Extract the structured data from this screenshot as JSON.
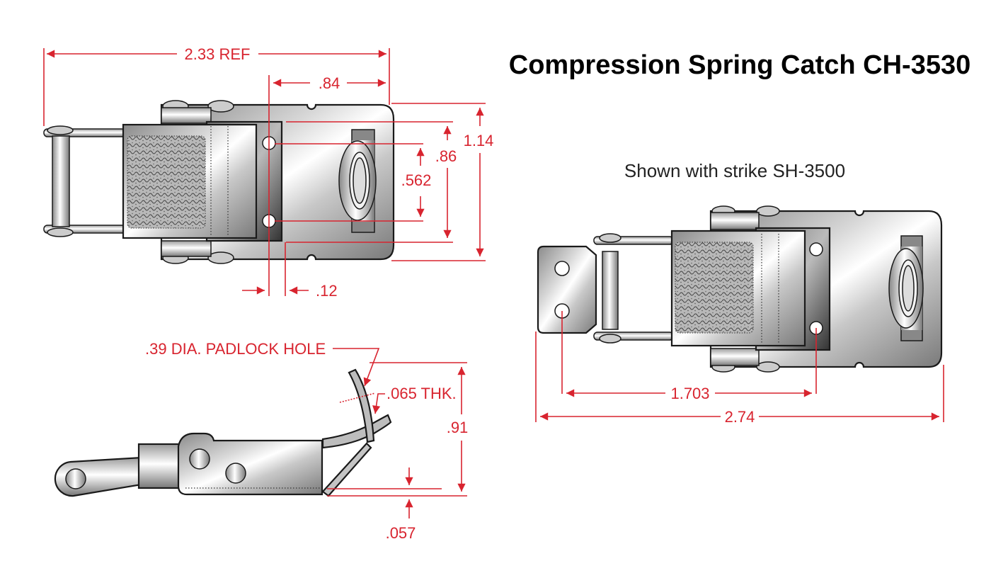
{
  "title": "Compression Spring Catch CH-3530",
  "subtitle": "Shown with strike SH-3500",
  "annotation_color": "#d8242f",
  "top_view": {
    "dimensions": {
      "overall_length": "2.33 REF",
      "hole_to_end": ".84",
      "overall_width": "1.14",
      "inner_width": ".86",
      "hole_spacing": ".562",
      "hole_offset": ".12"
    }
  },
  "side_view": {
    "dimensions": {
      "padlock_hole": ".39 DIA. PADLOCK HOLE",
      "thickness": ".065 THK.",
      "height": ".91",
      "base_offset": ".057"
    }
  },
  "assembly_view": {
    "dimensions": {
      "mounting_hole_spacing": "1.703",
      "overall_length": "2.74"
    }
  }
}
